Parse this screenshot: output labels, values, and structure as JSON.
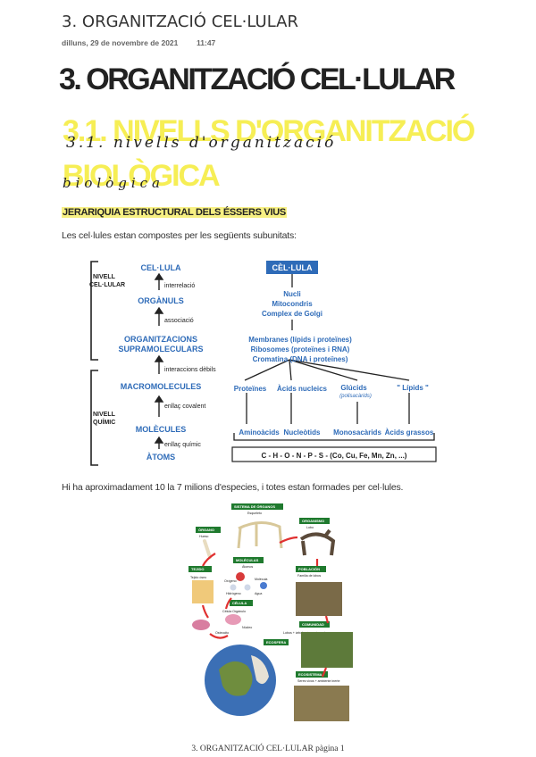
{
  "doc": {
    "title": "3. ORGANITZACIÓ CEL·LULAR",
    "date": "dilluns, 29 de novembre de 2021",
    "time": "11:47",
    "heading": "3. ORGANITZACIÓ CEL·LULAR",
    "subheading_line1": "3.1. NIVELLS D'ORGANITZACIÓ",
    "subheading_line2": "BIOLÒGICA",
    "handwriting_line1": "3.1. nivells d'organització",
    "handwriting_line2": "biològica",
    "section_title": "JERARIQUIA ESTRUCTURAL DELS ÉSSERS VIUS",
    "paragraph1": "Les cel·lules estan compostes per les següents subunitats:",
    "paragraph2": "Hi ha aproximadament 10 la 7 milions d'especies, i totes estan formades per cel·lules.",
    "footer": "3. ORGANITZACIÓ CEL·LULAR pàgina 1"
  },
  "diagram1": {
    "colors": {
      "blue": "#2e6bb8",
      "box": "#2e6bb8"
    },
    "levels": {
      "cellular": [
        "NIVELL",
        "CEL·LULAR"
      ],
      "chemical": [
        "NIVELL",
        "QUÍMIC"
      ]
    },
    "left_nodes": [
      "CEL·LULA",
      "ORGÀNULS",
      "ORGANITZACIONS",
      "SUPRAMOLECULARS",
      "MACROMOLECULES",
      "MOLÈCULES",
      "ÀTOMS"
    ],
    "arrow_labels": [
      "interrelació",
      "associació",
      "interaccions dèbils",
      "enllaç covalent",
      "enllaç químic"
    ],
    "box_label": "CÈL·LULA",
    "organelles": [
      "Nucli",
      "Mitocondris",
      "Complex de Golgi"
    ],
    "supra": [
      "Membranes (lípids i proteïnes)",
      "Ribosomes (proteïnes i RNA)",
      "Cromatina (DNA i proteïnes)"
    ],
    "macro": [
      "Proteïnes",
      "Àcids nucleics",
      "Glúcids",
      "(polisacàrids)",
      "\" Lípids \""
    ],
    "molecules": [
      "Aminoàcids",
      "Nucleòtids",
      "Monosacàrids",
      "Àcids grassos"
    ],
    "atoms": "C - H - O - N - P - S - (Co, Cu, Fe, Mn, Zn, ...)"
  },
  "diagram2": {
    "labels": [
      "SISTEMA DE ÓRGANOS",
      "Esqueleto",
      "ORGANISMO",
      "Lobo",
      "ÓRGANO",
      "Hueso",
      "MOLÉCULAS",
      "Átomos",
      "Oxígeno",
      "Molécula",
      "Hidrógeno",
      "Agua",
      "CÉLULA",
      "Célula Orgánulo",
      "Núcleo",
      "Osteocito",
      "TEJIDO",
      "Tejido óseo",
      "POBLACIÓN",
      "Familia de lobos",
      "COMUNIDAD",
      "Lobos + árboles + conejos, etc.",
      "ECOSFERA",
      "ECOSISTEMA",
      "Seres vivos + ambiente inerte"
    ],
    "colors": {
      "tag": "#1f7a2e",
      "arrow": "#e03030"
    }
  }
}
